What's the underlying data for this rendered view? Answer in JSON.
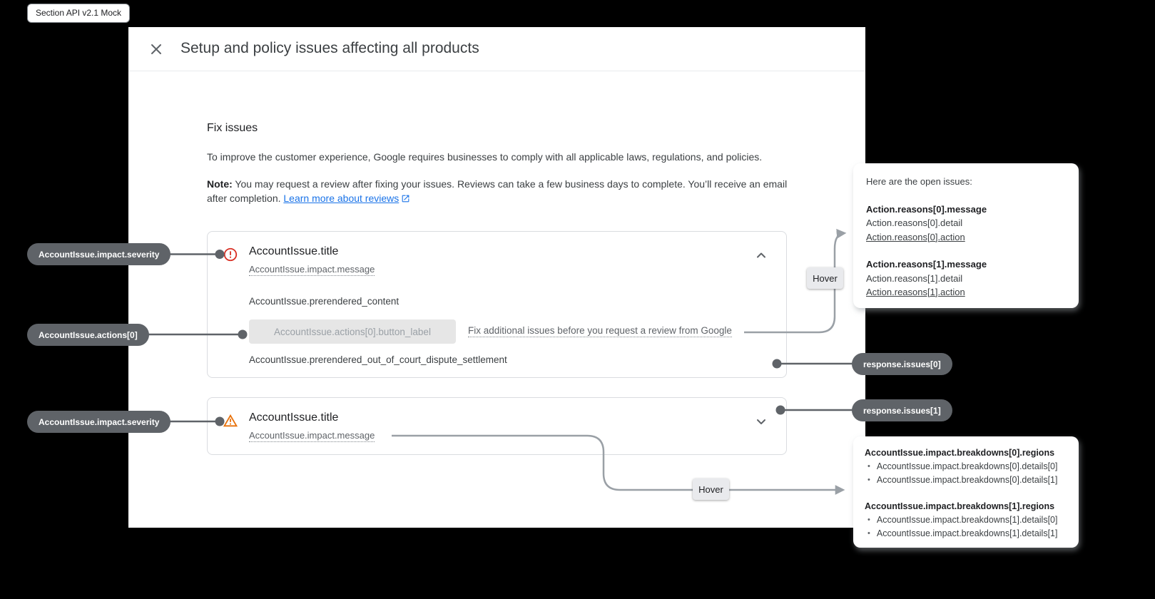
{
  "badge": {
    "label": "Section API v2.1 Mock"
  },
  "dialog": {
    "title": "Setup and policy issues affecting all products"
  },
  "content": {
    "heading": "Fix issues",
    "intro": "To improve the customer experience, Google requires businesses to comply with all applicable laws, regulations, and policies.",
    "note_label": "Note:",
    "note_text": "You may request a review after fixing your issues. Reviews can take a few business days to complete. You’ll receive an email after completion.",
    "note_link": "Learn more about reviews"
  },
  "cards": [
    {
      "severity": "error",
      "title": "AccountIssue.title",
      "message": "AccountIssue.impact.message",
      "prerendered_content": "AccountIssue.prerendered_content",
      "button_label": "AccountIssue.actions[0].button_label",
      "inline_link": "Fix additional issues before you request a review from Google",
      "prerendered_footer": "AccountIssue.prerendered_out_of_court_dispute_settlement"
    },
    {
      "severity": "warning",
      "title": "AccountIssue.title",
      "message": "AccountIssue.impact.message"
    }
  ],
  "annotations": {
    "hover_label": "Hover",
    "left_pills": [
      {
        "label": "AccountIssue.impact.severity"
      },
      {
        "label": "AccountIssue.actions[0]"
      },
      {
        "label": "AccountIssue.impact.severity"
      }
    ],
    "right_pills": [
      {
        "label": "response.issues[0]"
      },
      {
        "label": "response.issues[1]"
      }
    ]
  },
  "tooltips": {
    "open_issues": {
      "heading": "Here are the open issues:",
      "groups": [
        {
          "message": "Action.reasons[0].message",
          "detail": "Action.reasons[0].detail",
          "action": "Action.reasons[0].action"
        },
        {
          "message": "Action.reasons[1].message",
          "detail": "Action.reasons[1].detail",
          "action": "Action.reasons[1].action"
        }
      ]
    },
    "breakdowns": {
      "groups": [
        {
          "regions": "AccountIssue.impact.breakdowns[0].regions",
          "details": [
            "AccountIssue.impact.breakdowns[0].details[0]",
            "AccountIssue.impact.breakdowns[0].details[1]"
          ]
        },
        {
          "regions": "AccountIssue.impact.breakdowns[1].regions",
          "details": [
            "AccountIssue.impact.breakdowns[1].details[0]",
            "AccountIssue.impact.breakdowns[1].details[1]"
          ]
        }
      ]
    }
  },
  "colors": {
    "error": "#d93025",
    "warning": "#e8710a",
    "link_blue": "#1a73e8",
    "pill_gray": "#5f6368"
  }
}
